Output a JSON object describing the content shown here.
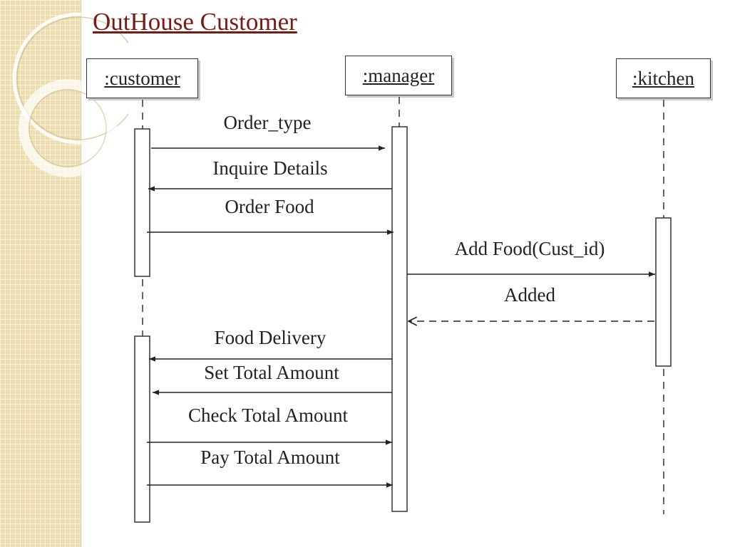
{
  "slide": {
    "title": "OutHouse Customer"
  },
  "lifelines": {
    "customer": ":customer",
    "manager": ":manager",
    "kitchen": ":kitchen"
  },
  "messages": [
    {
      "label": "Order_type",
      "from": "customer",
      "to": "manager",
      "kind": "sync"
    },
    {
      "label": "Inquire Details",
      "from": "manager",
      "to": "customer",
      "kind": "sync"
    },
    {
      "label": "Order Food",
      "from": "customer",
      "to": "manager",
      "kind": "sync"
    },
    {
      "label": "Add Food(Cust_id)",
      "from": "manager",
      "to": "kitchen",
      "kind": "sync"
    },
    {
      "label": "Added",
      "from": "kitchen",
      "to": "manager",
      "kind": "return"
    },
    {
      "label": "Food Delivery",
      "from": "manager",
      "to": "customer",
      "kind": "sync"
    },
    {
      "label": "Set Total Amount",
      "from": "manager",
      "to": "customer",
      "kind": "sync"
    },
    {
      "label": "Check Total Amount",
      "from": "customer",
      "to": "manager",
      "kind": "sync"
    },
    {
      "label": "Pay Total Amount",
      "from": "customer",
      "to": "manager",
      "kind": "sync"
    }
  ]
}
